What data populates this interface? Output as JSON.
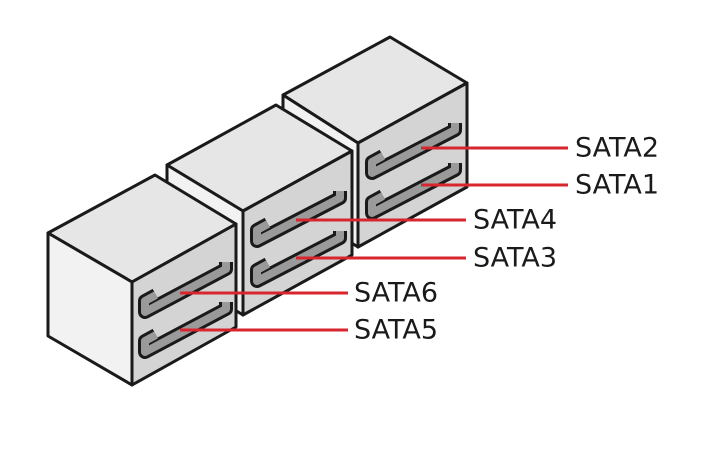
{
  "connectors": [
    {
      "label": "SATA2"
    },
    {
      "label": "SATA1"
    },
    {
      "label": "SATA4"
    },
    {
      "label": "SATA3"
    },
    {
      "label": "SATA6"
    },
    {
      "label": "SATA5"
    }
  ],
  "colors": {
    "leader": "#d7262e",
    "outline": "#1a1a1a",
    "port_fill": "#9a9a9a",
    "front_face": "#d4d4d4"
  }
}
